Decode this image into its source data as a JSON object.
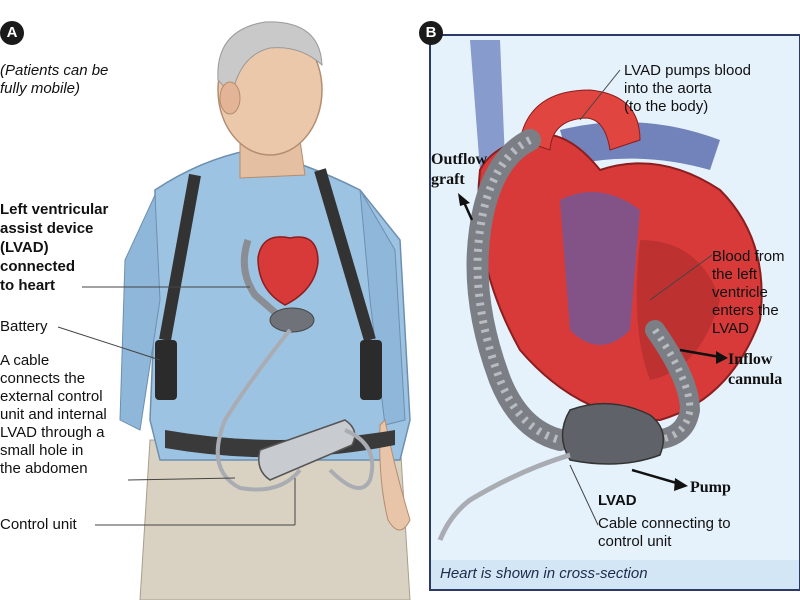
{
  "panel_a": {
    "badge": "A",
    "note": "(Patients can be\nfully mobile)",
    "labels": {
      "lvad": "Left ventricular\nassist device\n(LVAD)\nconnected\nto heart",
      "battery": "Battery",
      "cable": "A cable\nconnects the\nexternal control\nunit and internal\nLVAD through a\nsmall hole in\nthe abdomen",
      "control_unit": "Control unit"
    }
  },
  "panel_b": {
    "badge": "B",
    "labels": {
      "pumps_blood": "LVAD pumps blood\ninto the aorta\n(to the body)",
      "outflow_graft": "Outflow\ngraft",
      "blood_from": "Blood from\nthe left\nventricle\nenters the\nLVAD",
      "inflow_cannula": "Inflow\ncannula",
      "pump": "Pump",
      "lvad": "LVAD",
      "cable_connecting": "Cable connecting to\ncontrol unit"
    },
    "caption": "Heart is shown in cross-section"
  },
  "colors": {
    "panel_b_bg": "#e6f2fb",
    "panel_b_border": "#2c3a66",
    "heart_red": "#d83a3a",
    "vein_blue": "#5d6fae",
    "device_gray": "#7b7f85",
    "shirt_blue": "#9dc3e2"
  }
}
